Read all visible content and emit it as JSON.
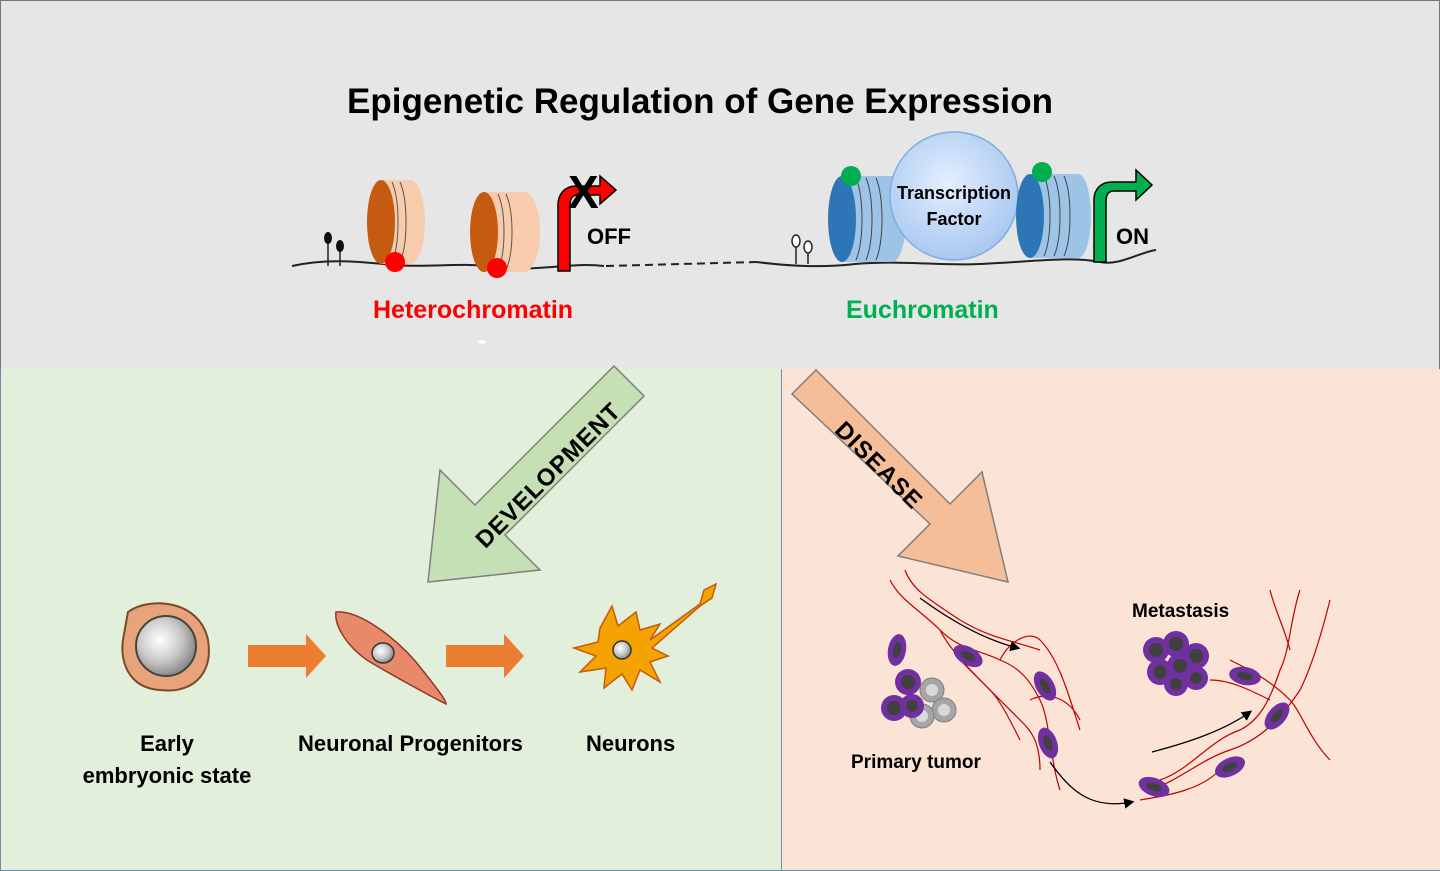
{
  "title": "Epigenetic Regulation of Gene Expression",
  "chromatin": {
    "heterochromatin_label": "Heterochromatin",
    "euchromatin_label": "Euchromatin",
    "off_label": "OFF",
    "on_label": "ON",
    "blocked_mark": "X",
    "transcription_factor_label": "Transcription Factor"
  },
  "development": {
    "arrow_label": "DEVELOPMENT",
    "stages": [
      "Early embryonic state",
      "Neuronal Progenitors",
      "Neurons"
    ]
  },
  "disease": {
    "arrow_label": "DISEASE",
    "primary_label": "Primary tumor",
    "metastasis_label": "Metastasis"
  },
  "colors": {
    "top_bg": "#e7e6e6",
    "dev_bg": "#e2efda",
    "dis_bg": "#fbe3d6",
    "hetero_red": "#ff0000",
    "eu_green": "#00b050",
    "nucleosome_brown": "#c55a11",
    "nucleosome_blue": "#2e75b6",
    "tumor_purple": "#7030a0"
  }
}
